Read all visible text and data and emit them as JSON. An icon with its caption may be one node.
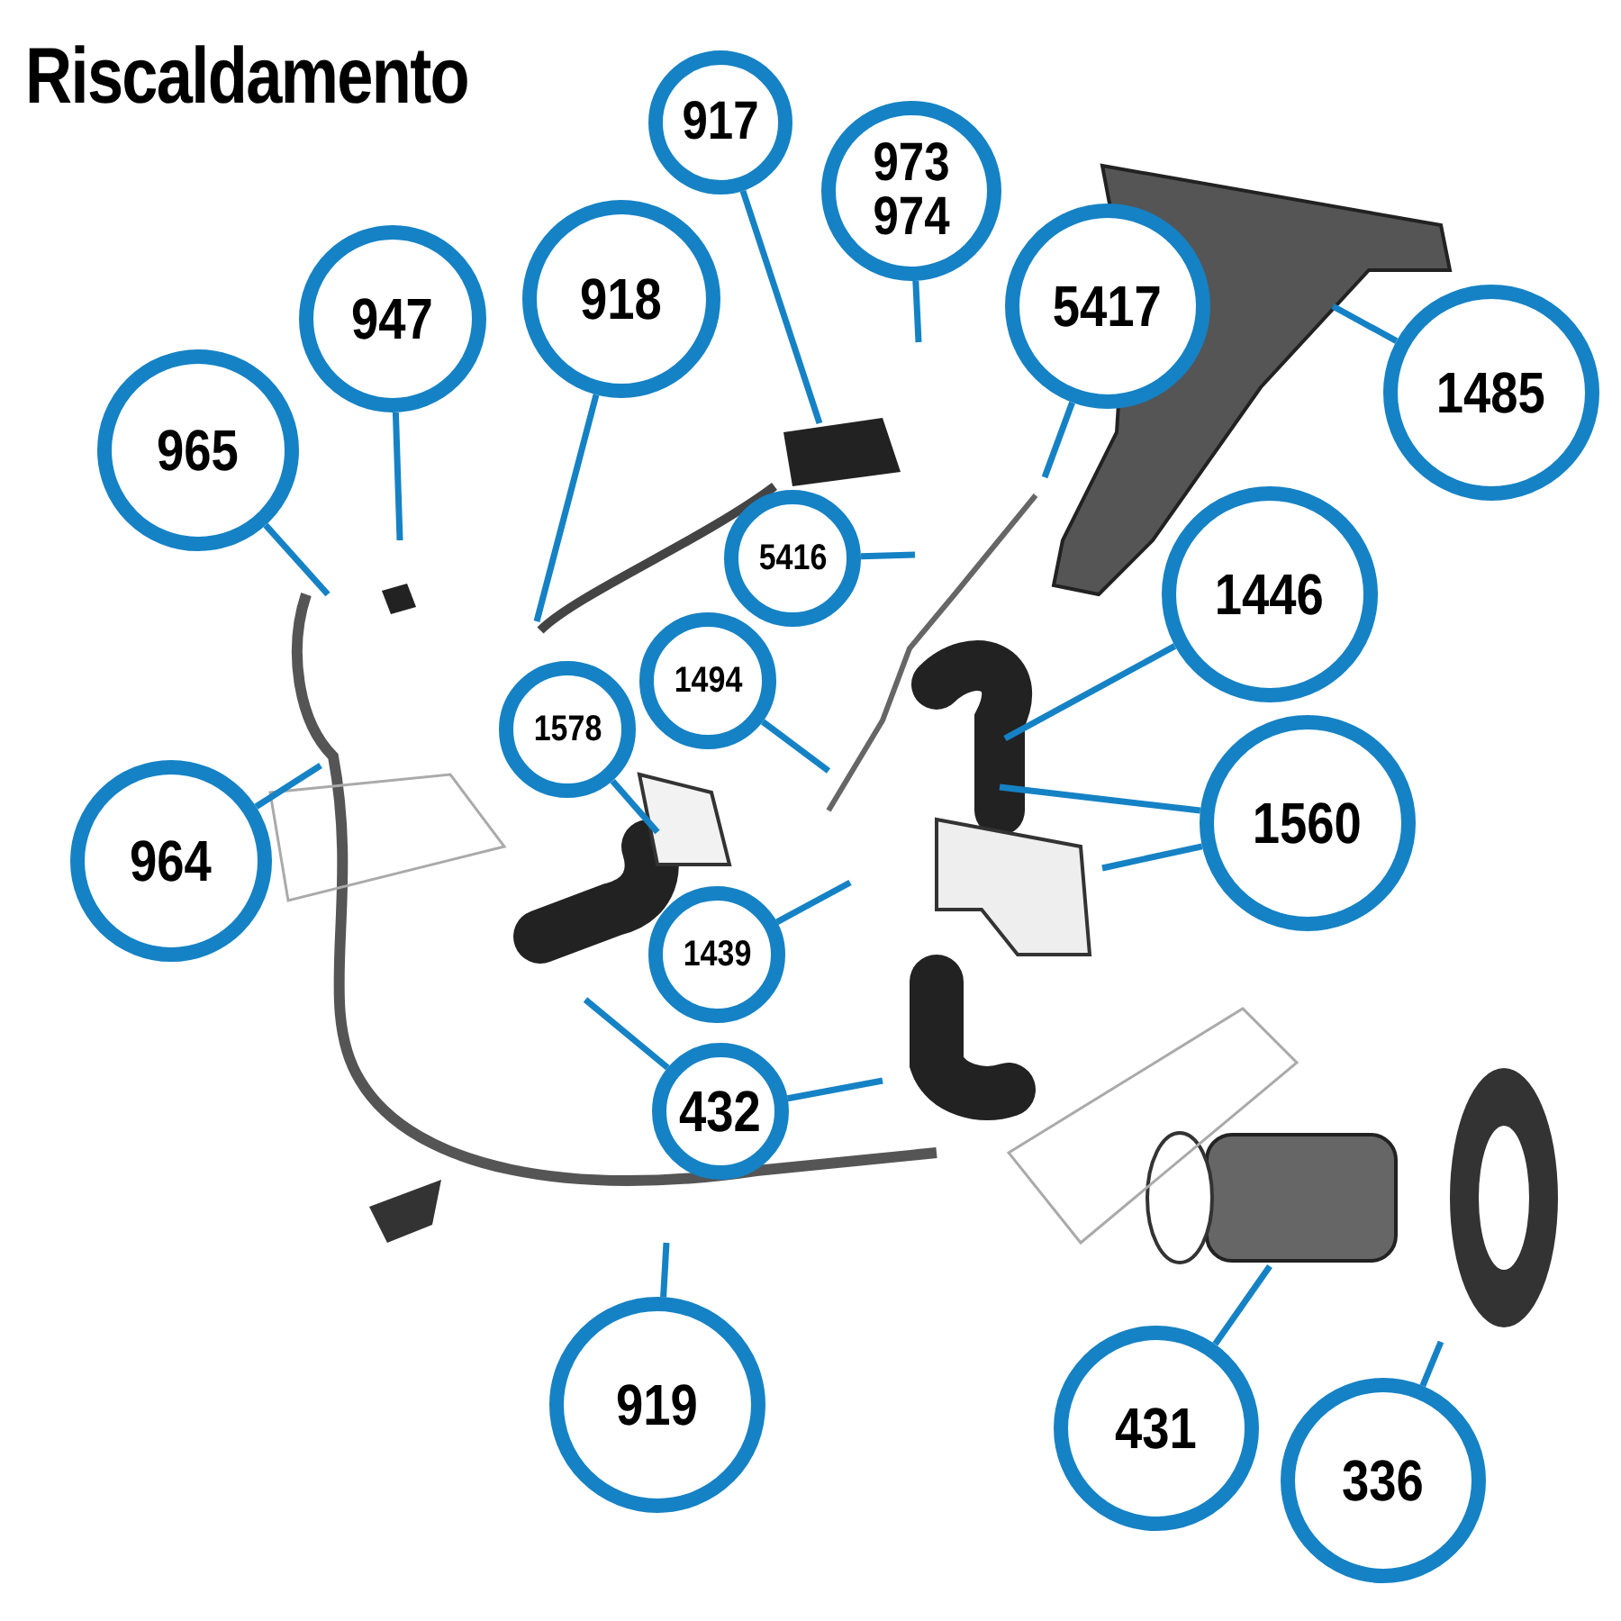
{
  "diagram": {
    "title": "Riscaldamento",
    "nodes": [
      {
        "text": [
          "917"
        ]
      },
      {
        "text": [
          "973",
          "974"
        ]
      },
      {
        "text": [
          "947"
        ]
      },
      {
        "text": [
          "918"
        ]
      },
      {
        "text": [
          "965"
        ]
      },
      {
        "text": [
          "5417"
        ]
      },
      {
        "text": [
          "1485"
        ]
      },
      {
        "text": [
          "5416"
        ]
      },
      {
        "text": [
          "1446"
        ]
      },
      {
        "text": [
          "1494"
        ]
      },
      {
        "text": [
          "1578"
        ]
      },
      {
        "text": [
          "964"
        ]
      },
      {
        "text": [
          "1560"
        ]
      },
      {
        "text": [
          "1439"
        ]
      },
      {
        "text": [
          "432"
        ]
      },
      {
        "text": [
          "919"
        ]
      },
      {
        "text": [
          "431"
        ]
      },
      {
        "text": [
          "336"
        ]
      }
    ],
    "edges": [
      {
        "from": 0,
        "to": null,
        "arrow": "none"
      },
      {
        "from": 1,
        "to": null,
        "arrow": "none"
      },
      {
        "from": 2,
        "to": null,
        "arrow": "none"
      },
      {
        "from": 3,
        "to": null,
        "arrow": "none"
      },
      {
        "from": 4,
        "to": null,
        "arrow": "none"
      },
      {
        "from": 5,
        "to": null,
        "arrow": "none"
      },
      {
        "from": 6,
        "to": null,
        "arrow": "none"
      },
      {
        "from": 7,
        "to": null,
        "arrow": "none"
      },
      {
        "from": 8,
        "to": null,
        "arrow": "none"
      },
      {
        "from": 9,
        "to": null,
        "arrow": "none"
      },
      {
        "from": 10,
        "to": null,
        "arrow": "none"
      },
      {
        "from": 11,
        "to": null,
        "arrow": "none"
      },
      {
        "from": 12,
        "to": null,
        "arrow": "none"
      },
      {
        "from": 12,
        "to": null,
        "arrow": "none"
      },
      {
        "from": 13,
        "to": null,
        "arrow": "none"
      },
      {
        "from": 14,
        "to": null,
        "arrow": "none"
      },
      {
        "from": 14,
        "to": null,
        "arrow": "none"
      },
      {
        "from": 15,
        "to": null,
        "arrow": "none"
      },
      {
        "from": 16,
        "to": null,
        "arrow": "none"
      },
      {
        "from": 17,
        "to": null,
        "arrow": "none"
      }
    ]
  }
}
